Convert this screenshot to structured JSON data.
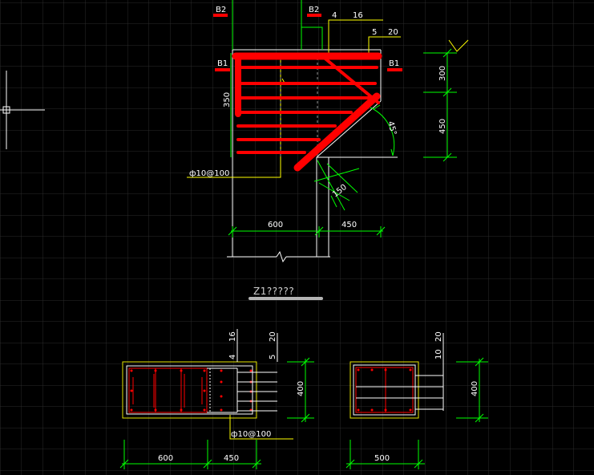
{
  "colors": {
    "background": "#000000",
    "grid": "#2a2a2a",
    "rebar": "#ff0000",
    "dimension": "#00ff00",
    "outline": "#ffffff",
    "leader": "#ffff00",
    "concrete_edge": "#e6e600",
    "title_bar": "#b4b4b4"
  },
  "drawing": {
    "title": "Z1?????",
    "elevation": {
      "label_b2_left": "B2",
      "label_b2_right": "B2",
      "label_b1_left": "B1",
      "label_b1_right": "B1",
      "bar_top_phi": "4",
      "bar_top_size": "16",
      "bar_top2_phi": "5",
      "bar_top2_size": "20",
      "stirrup_callout": "ф10@100",
      "height_dim": "350",
      "angle_label": "45°",
      "chamfer_dim": "150",
      "right_dim_upper": "300",
      "right_dim_lower": "450",
      "bottom_dim_left": "600",
      "bottom_dim_right": "450"
    },
    "section_1": {
      "top_phi_a": "4",
      "top_size_a": "16",
      "top_phi_b": "5",
      "top_size_b": "20",
      "height_dim": "400",
      "stirrup_callout": "ф10@100",
      "width_dim_left": "600",
      "width_dim_right": "450"
    },
    "section_2": {
      "top_phi": "10",
      "top_size": "20",
      "height_dim": "400",
      "width_dim": "500"
    }
  }
}
